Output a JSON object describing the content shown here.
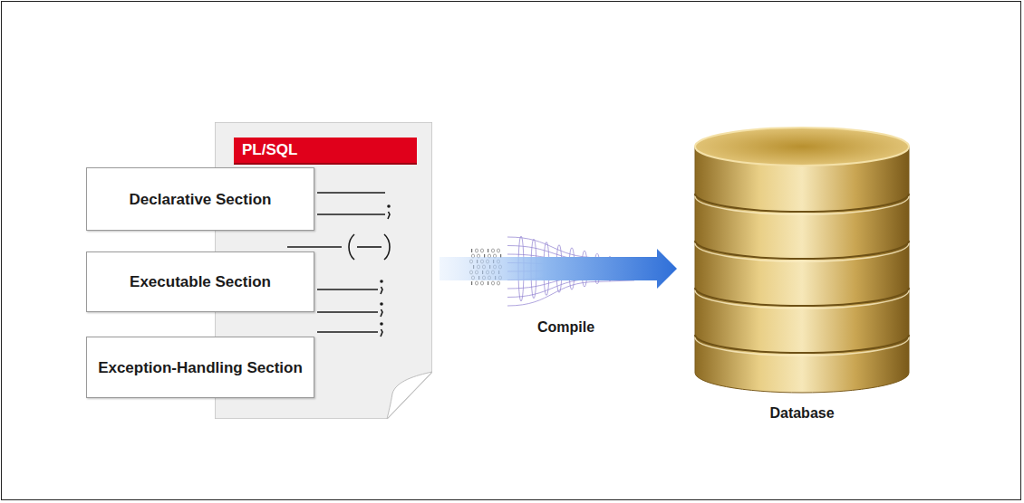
{
  "diagram": {
    "nodes": [
      {
        "text": [
          "PL/SQL"
        ]
      },
      {
        "text": [
          "Declarative Section"
        ]
      },
      {
        "text": [
          "Executable Section"
        ]
      },
      {
        "text": [
          "Exception-Handling Section"
        ]
      },
      {
        "text": [
          "Database"
        ]
      }
    ],
    "edges": [
      {
        "from": 0,
        "to": 4,
        "label": "Compile",
        "arrow": "to"
      }
    ]
  }
}
